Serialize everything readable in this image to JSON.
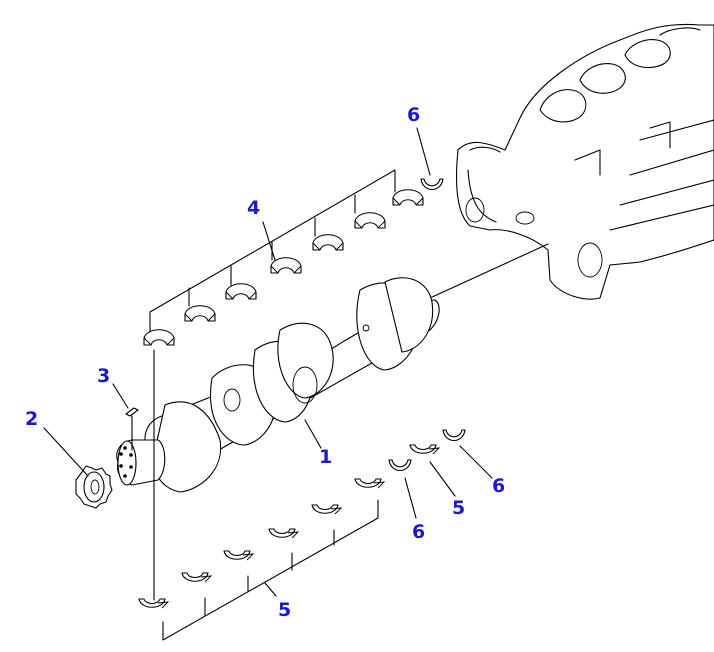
{
  "callouts": [
    {
      "id": "crankshaft",
      "label": "1"
    },
    {
      "id": "gear",
      "label": "2"
    },
    {
      "id": "key",
      "label": "3"
    },
    {
      "id": "upper-bearing-set",
      "label": "4"
    },
    {
      "id": "lower-bearing-set",
      "label": "5"
    },
    {
      "id": "lower-bearing-single",
      "label": "5"
    },
    {
      "id": "thrust-washer-top",
      "label": "6"
    },
    {
      "id": "thrust-washer-lower-a",
      "label": "6"
    },
    {
      "id": "thrust-washer-lower-b",
      "label": "6"
    }
  ],
  "colors": {
    "callout": "#1a1acc",
    "line": "#000000",
    "background": "#ffffff"
  }
}
